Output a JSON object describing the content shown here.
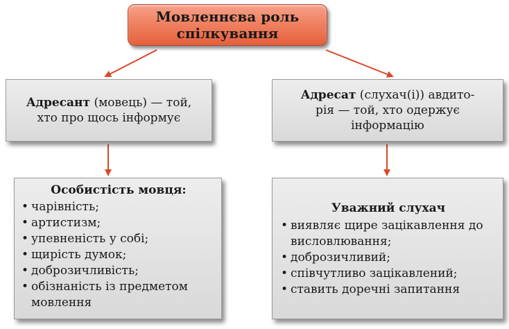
{
  "top": {
    "line1": "Мовленнєва роль",
    "line2": "спілкування"
  },
  "addresser": {
    "bold": "Адресант",
    "line1_rest": " (мовець) — той,",
    "line2": "хто про щось інформує"
  },
  "addressee": {
    "bold": "Адресат",
    "line1_rest": " (слухач(і)) авдито-",
    "line2": "рія — той, хто одержує",
    "line3": "інформацію"
  },
  "speaker": {
    "title": "Особистість мовця:",
    "items": [
      "чарівність;",
      "артистизм;",
      "упевненість у собі;",
      "щирість думок;",
      "доброзичливість;",
      "обізнаність із предметом мовлення"
    ]
  },
  "listener": {
    "title": "Уважний слухач",
    "items": [
      "виявляє щире зацікавлення до висловлювання;",
      "доброзичливий;",
      "співчутливо зацікавлений;",
      "ставить доречні запитання"
    ]
  },
  "colors": {
    "arrow": "#d9482a",
    "top_fill": "#f08262",
    "box_fill": "#e3e3e3"
  },
  "bullet_symbol": "•"
}
